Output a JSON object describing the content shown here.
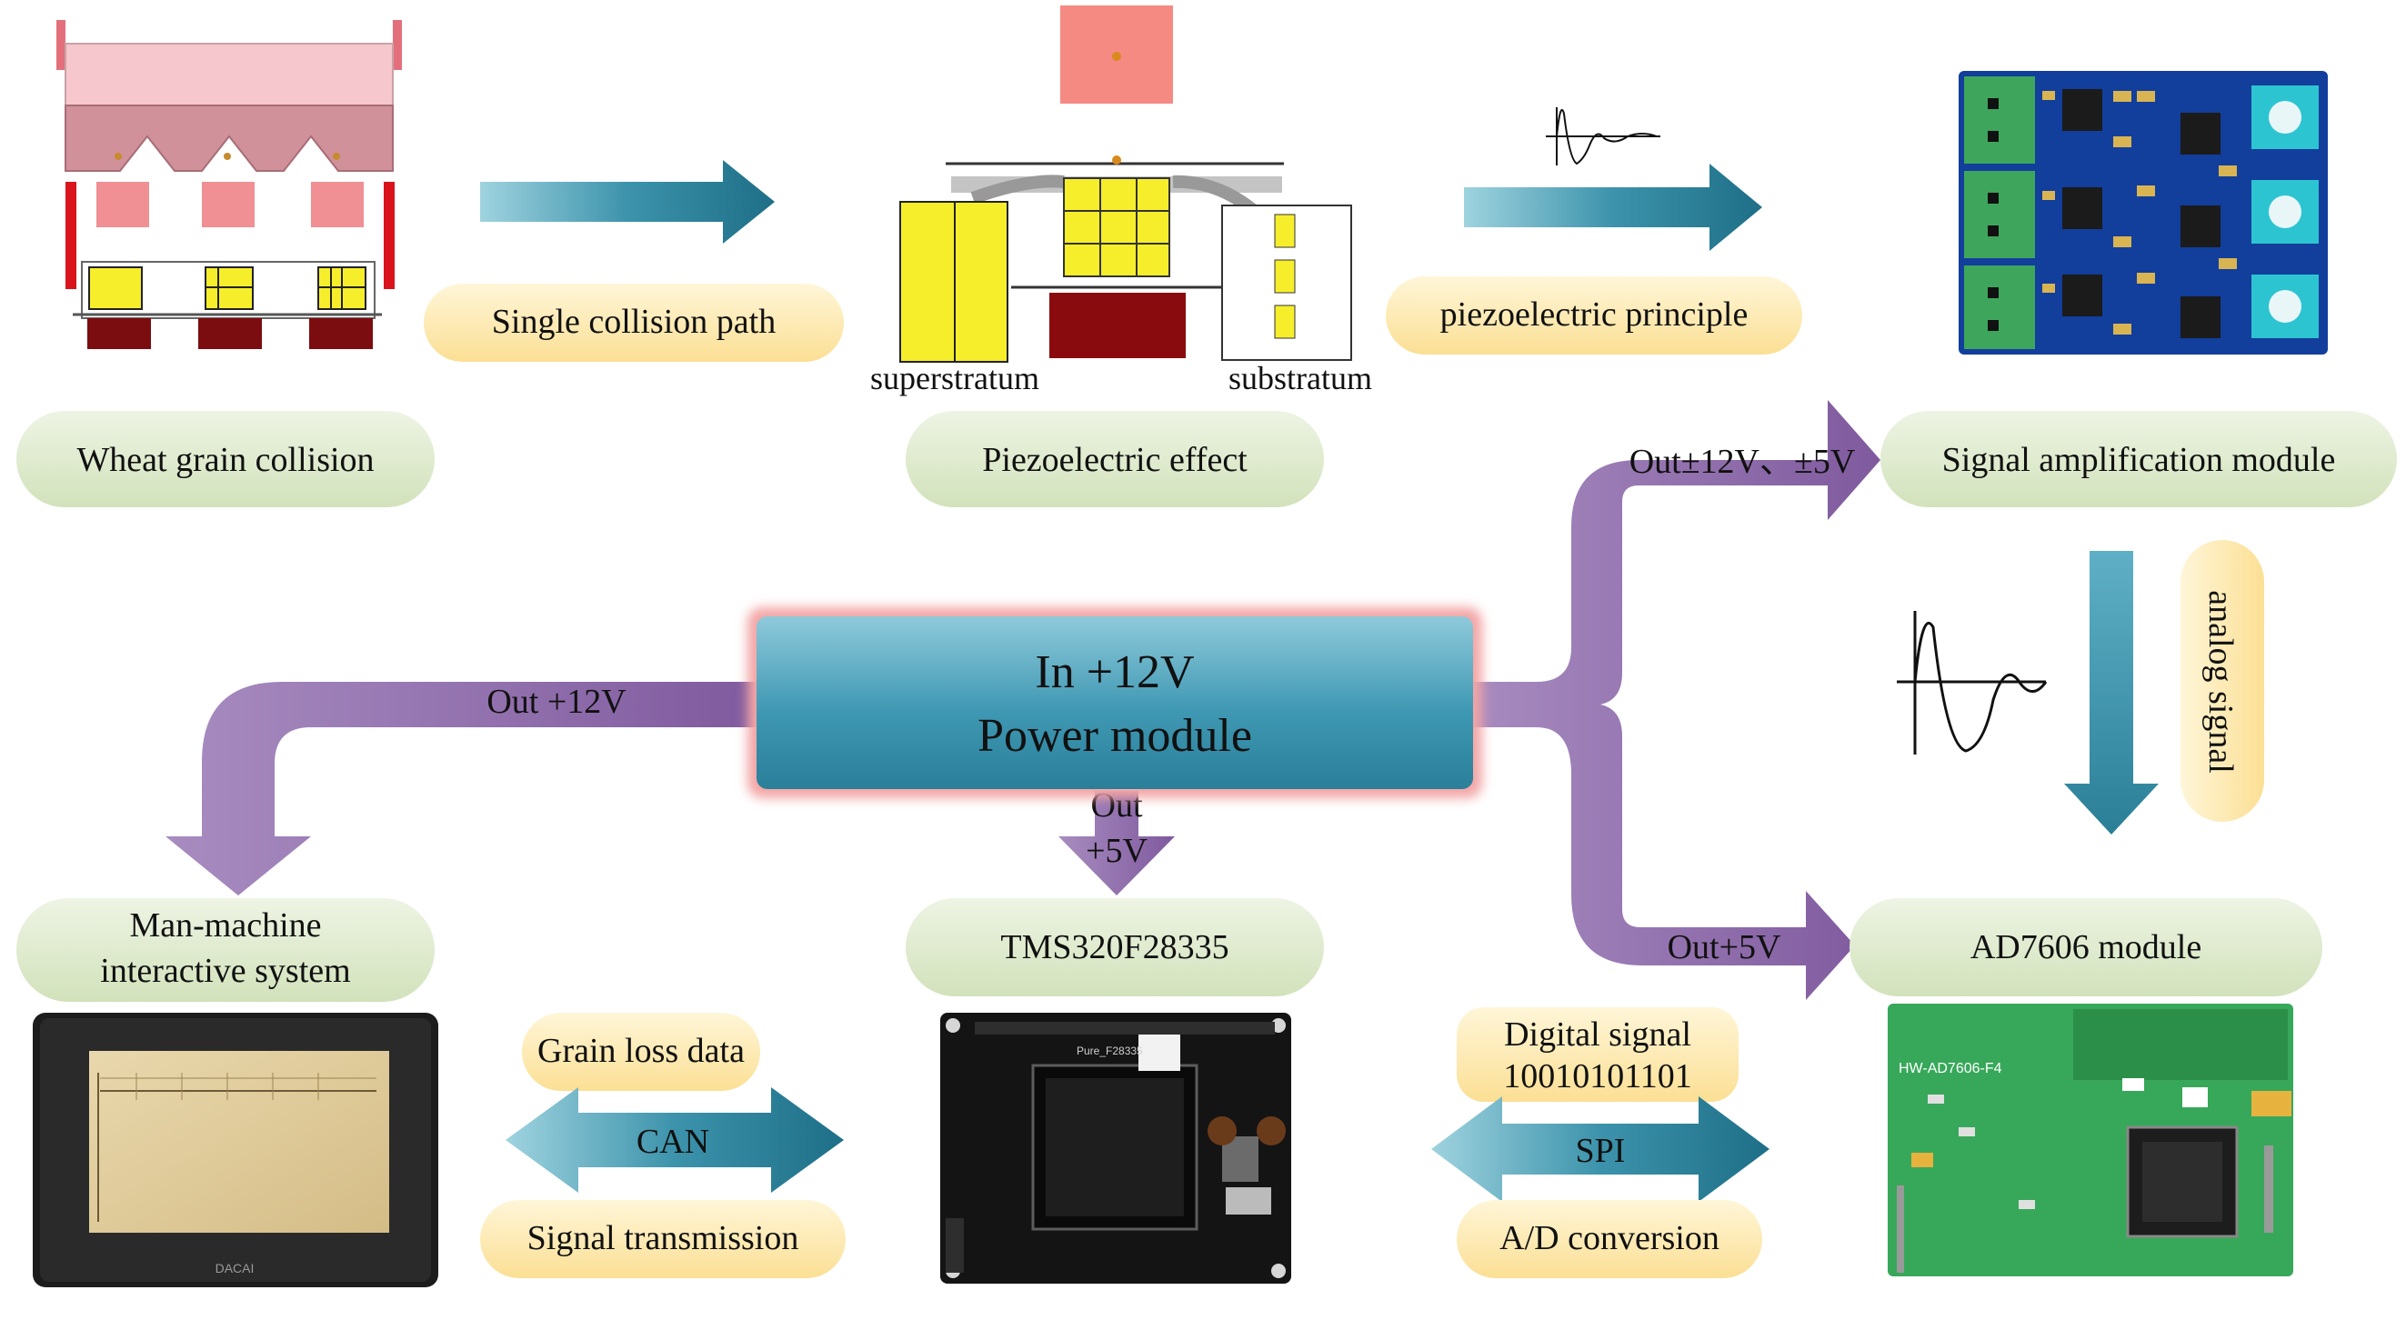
{
  "labels": {
    "wheat_grain_collision": "Wheat grain collision",
    "single_collision_path": "Single collision path",
    "piezoelectric_effect": "Piezoelectric effect",
    "superstratum": "superstratum",
    "substratum": "substratum",
    "piezoelectric_principle": "piezoelectric principle",
    "signal_amplification_module": "Signal amplification module",
    "analog_signal": "analog signal",
    "power_in": "In +12V",
    "power_module": "Power module",
    "out_12v": "Out +12V",
    "out_pm12_5v": "Out±12V、±5V",
    "out_5v_top": "Out",
    "out_5v_bottom": "+5V",
    "out_5v_right": "Out+5V",
    "man_machine_line1": "Man-machine",
    "man_machine_line2": "interactive system",
    "tms": "TMS320F28335",
    "ad7606": "AD7606 module",
    "grain_loss_data": "Grain loss data",
    "can": "CAN",
    "signal_transmission": "Signal transmission",
    "digital_signal_line1": "Digital signal",
    "digital_signal_line2": "10010101101",
    "spi": "SPI",
    "ad_conversion": "A/D conversion",
    "board_ad_label": "HW-AD7606-F4",
    "board_tms_label": "Pure_F28335",
    "screen_brand": "DACAI"
  },
  "colors": {
    "green_pill": "#e2ecd2",
    "yellow_pill": "#fdecb6",
    "teal_arrow": "#2b7f97",
    "purple_arrow": "#8d6aa9",
    "power_box": "#3f98b3",
    "pcb_blue": "#123e9c",
    "pcb_green": "#37a85a",
    "pcb_black": "#141414"
  }
}
